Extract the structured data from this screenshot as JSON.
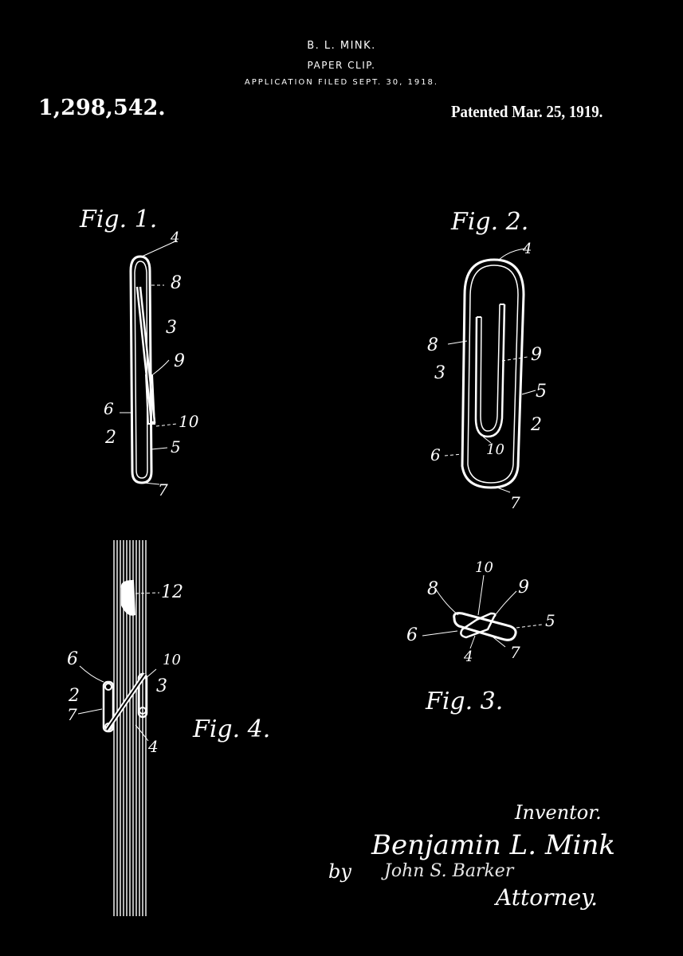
{
  "header": {
    "inventor": "B. L. MINK.",
    "title": "PAPER CLIP.",
    "filed": "APPLICATION FILED SEPT. 30, 1918.",
    "patent_number": "1,298,542.",
    "patented_date": "Patented Mar. 25, 1919."
  },
  "colors": {
    "background": "#000000",
    "ink": "#ffffff"
  },
  "figures": [
    {
      "id": "fig1",
      "caption": "Fig. 1.",
      "labels": [
        "4",
        "8",
        "3",
        "9",
        "6",
        "2",
        "10",
        "5",
        "7"
      ]
    },
    {
      "id": "fig2",
      "caption": "Fig. 2.",
      "labels": [
        "4",
        "8",
        "3",
        "9",
        "5",
        "2",
        "6",
        "10",
        "7"
      ]
    },
    {
      "id": "fig3",
      "caption": "Fig. 3.",
      "labels": [
        "10",
        "8",
        "9",
        "5",
        "6",
        "4",
        "7"
      ]
    },
    {
      "id": "fig4",
      "caption": "Fig. 4.",
      "labels": [
        "12",
        "6",
        "10",
        "2",
        "3",
        "7",
        "4"
      ]
    }
  ],
  "signature": {
    "inventor_label": "Inventor.",
    "inventor_name": "Benjamin L. Mink",
    "by": "by",
    "attorney_name": "John S. Barker",
    "attorney_label": "Attorney."
  }
}
